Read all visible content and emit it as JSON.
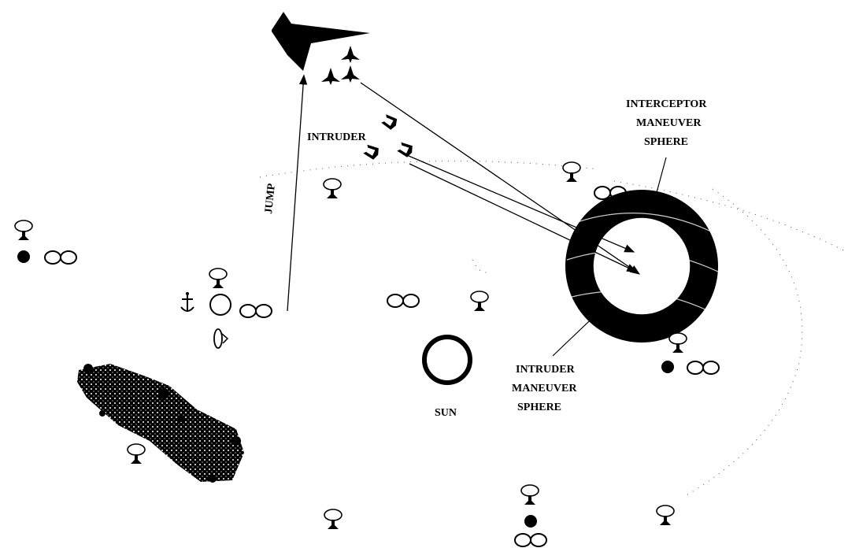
{
  "labels": {
    "intruder": "INTRUDER",
    "jump": "JUMP",
    "sun": "SUN",
    "interceptor_sphere": [
      "INTERCEPTOR",
      "MANEUVER",
      "SPHERE"
    ],
    "intruder_sphere": [
      "INTRUDER",
      "MANEUVER",
      "SPHERE"
    ]
  },
  "colors": {
    "ink": "#000000",
    "paper": "#ffffff"
  },
  "icons": {
    "mushroom": "stalk-and-cap marker",
    "rings": "double-ring marker",
    "planet": "filled dot marker",
    "anchor": "anchor glyph",
    "asteroids": "asteroid field cluster",
    "mothership": "large ship silhouette",
    "fighters": "small fighter silhouettes",
    "intruders": "intruder ship silhouettes"
  }
}
